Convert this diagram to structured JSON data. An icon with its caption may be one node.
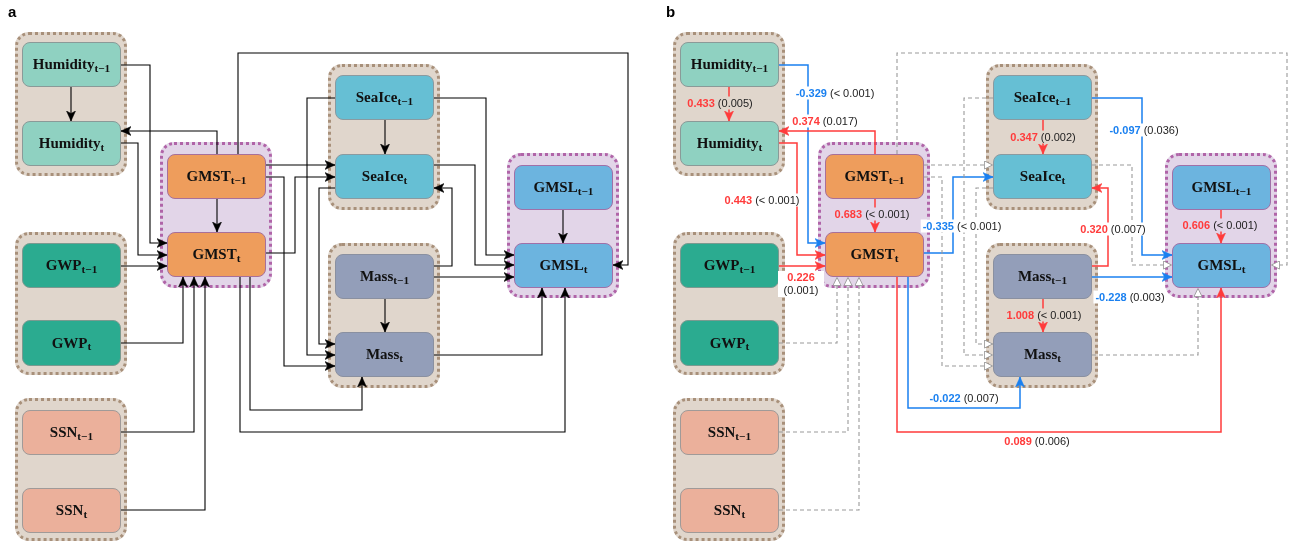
{
  "diagram": {
    "nodes": [
      {
        "text": [],
        "shape": "box"
      },
      {
        "text": [
          "Humidity$_{t−1}$"
        ],
        "in": 0
      },
      {
        "text": [
          "Humidity$_{t}$"
        ],
        "in": 0
      },
      {
        "text": [],
        "shape": "box"
      },
      {
        "text": [
          "GMST$_{t−1}$"
        ],
        "in": 3
      },
      {
        "text": [
          "GMST$_{t}$"
        ],
        "in": 3
      },
      {
        "text": [],
        "shape": "box"
      },
      {
        "text": [
          "SeaIce$_{t−1}$"
        ],
        "in": 6
      },
      {
        "text": [
          "SeaIce$_{t}$"
        ],
        "in": 6
      },
      {
        "text": [],
        "shape": "box"
      },
      {
        "text": [
          "GWP$_{t−1}$"
        ],
        "in": 9
      },
      {
        "text": [
          "GWP$_{t}$"
        ],
        "in": 9
      },
      {
        "text": [],
        "shape": "box"
      },
      {
        "text": [
          "Mass$_{t−1}$"
        ],
        "in": 12
      },
      {
        "text": [
          "Mass$_{t}$"
        ],
        "in": 12
      },
      {
        "text": [],
        "shape": "box"
      },
      {
        "text": [
          "GMSL$_{t−1}$"
        ],
        "in": 15
      },
      {
        "text": [
          "GMSL$_{t}$"
        ],
        "in": 15
      },
      {
        "text": [],
        "shape": "box"
      },
      {
        "text": [
          "SSN$_{t−1}$"
        ],
        "in": 18
      },
      {
        "text": [
          "SSN$_{t}$"
        ],
        "in": 18
      },
      {
        "text": [],
        "shape": "box"
      },
      {
        "text": [
          "Humidity$_{t−1}$"
        ],
        "in": 21
      },
      {
        "text": [
          "Humidity$_{t}$"
        ],
        "in": 21
      },
      {
        "text": [],
        "shape": "box"
      },
      {
        "text": [
          "GMST$_{t−1}$"
        ],
        "in": 24
      },
      {
        "text": [
          "GMST$_{t}$"
        ],
        "in": 24
      },
      {
        "text": [],
        "shape": "box"
      },
      {
        "text": [
          "SeaIce$_{t−1}$"
        ],
        "in": 27
      },
      {
        "text": [
          "SeaIce$_{t}$"
        ],
        "in": 27
      },
      {
        "text": [],
        "shape": "box"
      },
      {
        "text": [
          "GWP$_{t−1}$"
        ],
        "in": 30
      },
      {
        "text": [
          "GWP$_{t}$"
        ],
        "in": 30
      },
      {
        "text": [],
        "shape": "box"
      },
      {
        "text": [
          "Mass$_{t−1}$"
        ],
        "in": 33
      },
      {
        "text": [
          "Mass$_{t}$"
        ],
        "in": 33
      },
      {
        "text": [],
        "shape": "box"
      },
      {
        "text": [
          "GMSL$_{t−1}$"
        ],
        "in": 36
      },
      {
        "text": [
          "GMSL$_{t}$"
        ],
        "in": 36
      },
      {
        "text": [],
        "shape": "box"
      },
      {
        "text": [
          "SSN$_{t−1}$"
        ],
        "in": 39
      },
      {
        "text": [
          "SSN$_{t}$"
        ],
        "in": 39
      }
    ],
    "edges": [
      {
        "from": 1,
        "to": 2,
        "arrow": "to"
      },
      {
        "from": 1,
        "to": 5,
        "arrow": "to"
      },
      {
        "from": 4,
        "to": 2,
        "arrow": "to"
      },
      {
        "from": 2,
        "to": 5,
        "arrow": "to"
      },
      {
        "from": 4,
        "to": 5,
        "arrow": "to"
      },
      {
        "from": 10,
        "to": 5,
        "arrow": "to"
      },
      {
        "from": 11,
        "to": 5,
        "arrow": "to"
      },
      {
        "from": 19,
        "to": 5,
        "arrow": "to"
      },
      {
        "from": 20,
        "to": 5,
        "arrow": "to"
      },
      {
        "from": 4,
        "to": 8,
        "arrow": "to"
      },
      {
        "from": 5,
        "to": 8,
        "arrow": "to"
      },
      {
        "from": 7,
        "to": 8,
        "arrow": "to"
      },
      {
        "from": 4,
        "to": 17,
        "arrow": "to"
      },
      {
        "from": 4,
        "to": 14,
        "arrow": "to"
      },
      {
        "from": 7,
        "to": 14,
        "arrow": "to"
      },
      {
        "from": 8,
        "to": 14,
        "arrow": "to"
      },
      {
        "from": 7,
        "to": 17,
        "arrow": "to"
      },
      {
        "from": 8,
        "to": 17,
        "arrow": "to"
      },
      {
        "from": 13,
        "to": 8,
        "arrow": "to"
      },
      {
        "from": 13,
        "to": 17,
        "arrow": "to"
      },
      {
        "from": 13,
        "to": 14,
        "arrow": "to"
      },
      {
        "from": 16,
        "to": 17,
        "arrow": "to"
      },
      {
        "from": 14,
        "to": 17,
        "arrow": "to"
      },
      {
        "from": 5,
        "to": 14,
        "arrow": "to"
      },
      {
        "from": 5,
        "to": 17,
        "arrow": "to"
      },
      {
        "from": 22,
        "to": 23,
        "arrow": "to",
        "label": "**0.433** (0.005)",
        "color": "#ff3b3b"
      },
      {
        "from": 22,
        "to": 26,
        "arrow": "to",
        "label": "**-0.329** (< 0.001)",
        "color": "#1a80f0"
      },
      {
        "from": 25,
        "to": 23,
        "arrow": "to",
        "label": "**0.374** (0.017)",
        "color": "#ff3b3b"
      },
      {
        "from": 23,
        "to": 26,
        "arrow": "to",
        "label": "**0.443** (< 0.001)",
        "color": "#ff3b3b"
      },
      {
        "from": 25,
        "to": 26,
        "arrow": "to",
        "label": "**0.683** (< 0.001)",
        "color": "#ff3b3b"
      },
      {
        "from": 31,
        "to": 26,
        "arrow": "to",
        "label": "**0.226** (0.001)",
        "color": "#ff3b3b"
      },
      {
        "from": 26,
        "to": 29,
        "arrow": "to",
        "label": "**-0.335** (< 0.001)",
        "color": "#1a80f0"
      },
      {
        "from": 28,
        "to": 29,
        "arrow": "to",
        "label": "**0.347** (0.002)",
        "color": "#ff3b3b"
      },
      {
        "from": 28,
        "to": 38,
        "arrow": "to",
        "label": "**-0.097** (0.036)",
        "color": "#1a80f0"
      },
      {
        "from": 34,
        "to": 29,
        "arrow": "to",
        "label": "**0.320** (0.007)",
        "color": "#ff3b3b"
      },
      {
        "from": 34,
        "to": 38,
        "arrow": "to",
        "label": "**-0.228** (0.003)",
        "color": "#1a80f0"
      },
      {
        "from": 37,
        "to": 38,
        "arrow": "to",
        "label": "**0.606** (< 0.001)",
        "color": "#ff3b3b"
      },
      {
        "from": 34,
        "to": 35,
        "arrow": "to",
        "label": "**1.008** (< 0.001)",
        "color": "#ff3b3b"
      },
      {
        "from": 26,
        "to": 35,
        "arrow": "to",
        "label": "**-0.022** (0.007)",
        "color": "#1a80f0"
      },
      {
        "from": 26,
        "to": 38,
        "arrow": "to",
        "label": "**0.089** (0.006)",
        "color": "#ff3b3b"
      },
      {
        "from": 32,
        "to": 26,
        "arrow": "to",
        "style": "dashed",
        "color": "#9a9a9a"
      },
      {
        "from": 40,
        "to": 26,
        "arrow": "to",
        "style": "dashed",
        "color": "#9a9a9a"
      },
      {
        "from": 41,
        "to": 26,
        "arrow": "to",
        "style": "dashed",
        "color": "#9a9a9a"
      },
      {
        "from": 25,
        "to": 29,
        "arrow": "to",
        "style": "dashed",
        "color": "#9a9a9a"
      },
      {
        "from": 25,
        "to": 35,
        "arrow": "to",
        "style": "dashed",
        "color": "#9a9a9a"
      },
      {
        "from": 28,
        "to": 35,
        "arrow": "to",
        "style": "dashed",
        "color": "#9a9a9a"
      },
      {
        "from": 29,
        "to": 35,
        "arrow": "to",
        "style": "dashed",
        "color": "#9a9a9a"
      },
      {
        "from": 29,
        "to": 38,
        "arrow": "to",
        "style": "dashed",
        "color": "#9a9a9a"
      },
      {
        "from": 35,
        "to": 38,
        "arrow": "to",
        "style": "dashed",
        "color": "#9a9a9a"
      },
      {
        "from": 25,
        "to": 38,
        "arrow": "to",
        "style": "dashed",
        "color": "#9a9a9a"
      }
    ],
    "labels": [
      "a",
      "b"
    ]
  }
}
